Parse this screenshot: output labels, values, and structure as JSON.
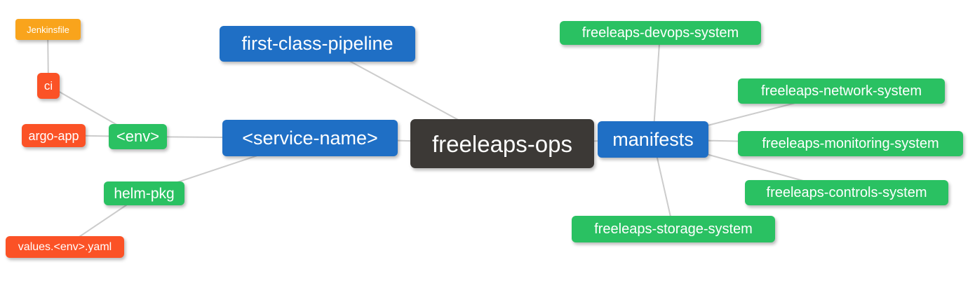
{
  "colors": {
    "canvas_bg": "#ffffff",
    "edge": "#cccccc",
    "node_text": "#ffffff",
    "root_bg": "#3c3936",
    "primary_bg": "#1f6fc5",
    "green_bg": "#2ac162",
    "red_bg": "#fb5226",
    "amber_bg": "#f9a41c"
  },
  "mindmap": {
    "root_label": "freeleaps-ops",
    "nodes": {
      "freeleaps_ops": {
        "label": "freeleaps-ops",
        "role": "root"
      },
      "first_class_pipeline": {
        "label": "first-class-pipeline",
        "role": "primary"
      },
      "service_name": {
        "label": "<service-name>",
        "role": "primary"
      },
      "manifests": {
        "label": "manifests",
        "role": "primary"
      },
      "env": {
        "label": "<env>",
        "role": "green"
      },
      "helm_pkg": {
        "label": "helm-pkg",
        "role": "green"
      },
      "ci": {
        "label": "ci",
        "role": "red"
      },
      "argo_app": {
        "label": "argo-app",
        "role": "red"
      },
      "values_env_yaml": {
        "label": "values.<env>.yaml",
        "role": "red"
      },
      "jenkinsfile": {
        "label": "Jenkinsfile",
        "role": "amber"
      },
      "devops_system": {
        "label": "freeleaps-devops-system",
        "role": "green"
      },
      "network_system": {
        "label": "freeleaps-network-system",
        "role": "green"
      },
      "monitoring_system": {
        "label": "freeleaps-monitoring-system",
        "role": "green"
      },
      "controls_system": {
        "label": "freeleaps-controls-system",
        "role": "green"
      },
      "storage_system": {
        "label": "freeleaps-storage-system",
        "role": "green"
      }
    },
    "edges": [
      [
        "jenkinsfile",
        "ci"
      ],
      [
        "ci",
        "env"
      ],
      [
        "argo_app",
        "env"
      ],
      [
        "env",
        "service_name"
      ],
      [
        "helm_pkg",
        "service_name"
      ],
      [
        "values_env_yaml",
        "helm_pkg"
      ],
      [
        "first_class_pipeline",
        "freeleaps_ops"
      ],
      [
        "service_name",
        "freeleaps_ops"
      ],
      [
        "freeleaps_ops",
        "manifests"
      ],
      [
        "manifests",
        "devops_system"
      ],
      [
        "manifests",
        "network_system"
      ],
      [
        "manifests",
        "monitoring_system"
      ],
      [
        "manifests",
        "controls_system"
      ],
      [
        "manifests",
        "storage_system"
      ]
    ]
  }
}
